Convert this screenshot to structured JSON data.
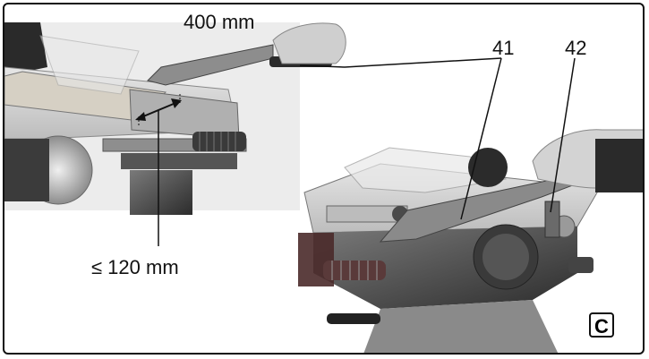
{
  "figure": {
    "labels": {
      "length": "400 mm",
      "width": "≤ 120 mm",
      "callout_41": "41",
      "callout_42": "42",
      "figure_letter": "C"
    },
    "colors": {
      "ink": "#111111",
      "metal_light": "#d9d9d9",
      "metal_mid": "#9a9a9a",
      "metal_dark": "#3a3a3a",
      "guide": "#8a8a8a"
    }
  }
}
